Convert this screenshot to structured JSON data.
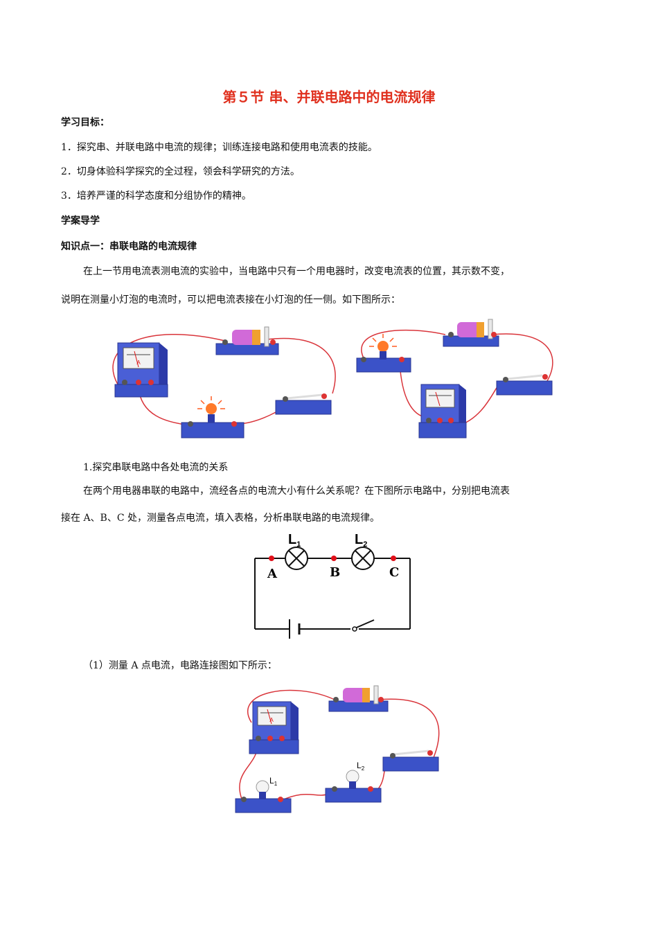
{
  "title": "第５节 串、并联电路中的电流规律",
  "objectives": {
    "heading": "学习目标：",
    "items": [
      "1．探究串、并联电路中电流的规律；训练连接电路和使用电流表的技能。",
      "2．切身体验科学探究的全过程，领会科学研究的方法。",
      "3．培养严谨的科学态度和分组协作的精神。"
    ]
  },
  "guide": {
    "heading": "学案导学"
  },
  "kp1": {
    "heading": "知识点一：串联电路的电流规律",
    "para1_line1": "在上一节用电流表测电流的实验中，当电路中只有一个用电器时，改变电流表的位置，其示数不变，",
    "para1_line2": "说明在测量小灯泡的电流时，可以把电流表接在小灯泡的任一侧。如下图所示：",
    "sub1": "1.探究串联电路中各处电流的关系",
    "para2_line1": "在两个用电器串联的电路中，流经各点的电流大小有什么关系呢？在下图所示电路中，分别把电流表",
    "para2_line2": "接在 A、B、C 处，测量各点电流，填入表格，分析串联电路的电流规律。",
    "step1": "（1）测量 A 点电流，电路连接图如下所示："
  },
  "diagram": {
    "L1": "L",
    "L1_sub": "1",
    "L2": "L",
    "L2_sub": "2",
    "A": "A",
    "B": "B",
    "C": "C"
  },
  "apparatus": {
    "ammeter_letter": "A",
    "bulb1_label": "L",
    "bulb1_sub": "1",
    "bulb2_label": "L",
    "bulb2_sub": "2"
  },
  "colors": {
    "title": "#e0301e",
    "wire": "#d9343a",
    "base": "#3b52c8",
    "node": "#e0101a"
  }
}
